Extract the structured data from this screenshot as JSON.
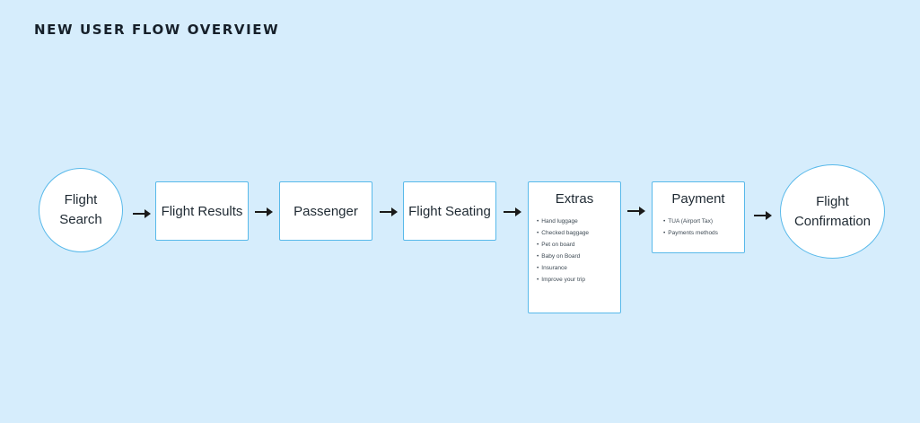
{
  "diagram": {
    "title": "NEW USER FLOW OVERVIEW",
    "nodes": [
      {
        "id": "flight-search",
        "shape": "circle",
        "label_line1": "Flight",
        "label_line2": "Search"
      },
      {
        "id": "flight-results",
        "shape": "box",
        "label": "Flight Results"
      },
      {
        "id": "passenger",
        "shape": "box",
        "label": "Passenger"
      },
      {
        "id": "flight-seating",
        "shape": "box",
        "label": "Flight Seating"
      },
      {
        "id": "extras",
        "shape": "box",
        "label": "Extras",
        "items": [
          "Hand luggage",
          "Checked baggage",
          "Pet on board",
          "Baby on Board",
          "Insurance",
          "Improve your trip"
        ]
      },
      {
        "id": "payment",
        "shape": "box",
        "label": "Payment",
        "items": [
          "TUA (Airport Tax)",
          "Payments methods"
        ]
      },
      {
        "id": "flight-confirmation",
        "shape": "circle",
        "label_line1": "Flight",
        "label_line2": "Confirmation"
      }
    ],
    "edges": [
      {
        "from": "flight-search",
        "to": "flight-results"
      },
      {
        "from": "flight-results",
        "to": "passenger"
      },
      {
        "from": "passenger",
        "to": "flight-seating"
      },
      {
        "from": "flight-seating",
        "to": "extras"
      },
      {
        "from": "extras",
        "to": "payment"
      },
      {
        "from": "payment",
        "to": "flight-confirmation"
      }
    ],
    "colors": {
      "background": "#d6edfc",
      "node_fill": "#ffffff",
      "node_border": "#58b9ea",
      "arrow": "#1a1a1a",
      "text": "#1f2a33"
    }
  }
}
